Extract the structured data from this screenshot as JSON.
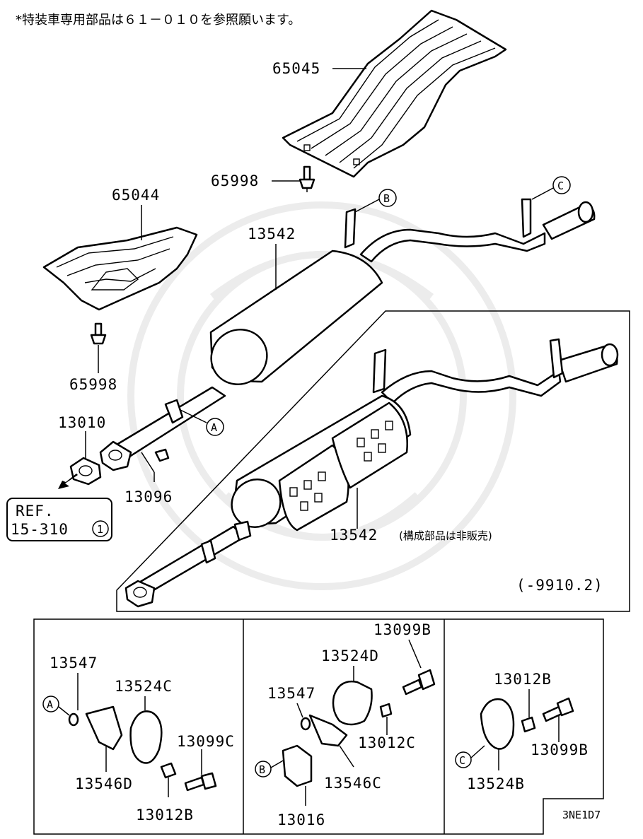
{
  "header_note": "*特装車専用部品は６１－０１０を参照願います。",
  "parts": {
    "p65045": "65045",
    "p65998_top": "65998",
    "p65044": "65044",
    "p65998_left": "65998",
    "p13542_upper": "13542",
    "p13010": "13010",
    "p13096": "13096",
    "p13542_lower": "13542",
    "p13542_lower_note": "(構成部品は非販売)"
  },
  "callouts": {
    "a": "A",
    "b": "B",
    "c": "C"
  },
  "ref_box": {
    "line1": "REF.",
    "line2": "15-310",
    "circled": "1"
  },
  "date_range": "(-9910.2)",
  "detail_a": {
    "p13547": "13547",
    "p13524c": "13524C",
    "p13099c": "13099C",
    "p13546d": "13546D",
    "p13012b": "13012B",
    "callout": "A"
  },
  "detail_b": {
    "p13099b": "13099B",
    "p13524d": "13524D",
    "p13547": "13547",
    "p13012c": "13012C",
    "p13546c": "13546C",
    "p13016": "13016",
    "callout": "B"
  },
  "detail_c": {
    "p13012b": "13012B",
    "p13099b": "13099B",
    "p13524b": "13524B",
    "callout": "C"
  },
  "diagram_code": "3NE1D7"
}
